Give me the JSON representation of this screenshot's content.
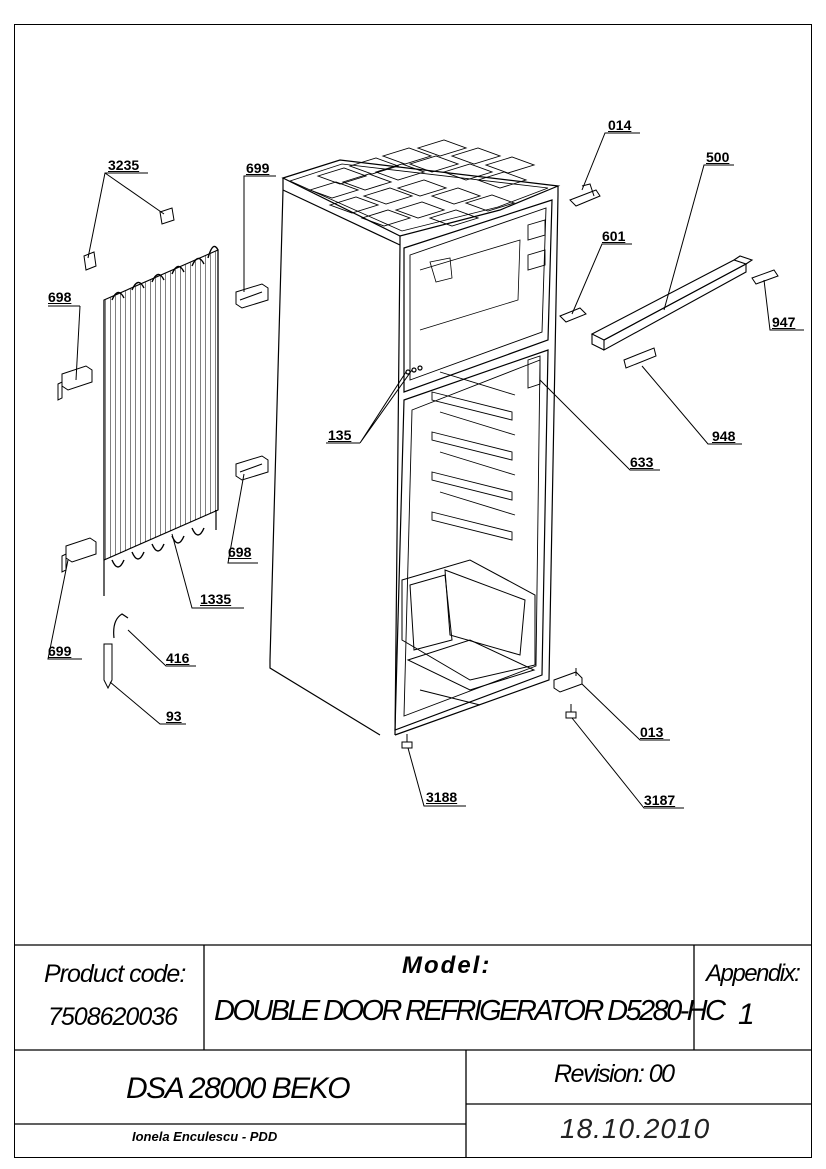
{
  "callouts": {
    "c3235": "3235",
    "c699_top": "699",
    "c014": "014",
    "c500": "500",
    "c601": "601",
    "c698_top": "698",
    "c947": "947",
    "c948": "948",
    "c135": "135",
    "c633": "633",
    "c698_mid": "698",
    "c1335": "1335",
    "c699_bot": "699",
    "c416": "416",
    "c93": "93",
    "c013": "013",
    "c3188": "3188",
    "c3187": "3187"
  },
  "title_block": {
    "product_code_label": "Product code:",
    "product_code_value": "7508620036",
    "model_label": "Model:",
    "model_value": "DOUBLE DOOR REFRIGERATOR D5280-HC",
    "appendix_label": "Appendix:",
    "appendix_value": "1",
    "dsa": "DSA 28000 BEKO",
    "revision": "Revision: 00",
    "author": "Ionela Enculescu - PDD",
    "date": "18.10.2010"
  }
}
